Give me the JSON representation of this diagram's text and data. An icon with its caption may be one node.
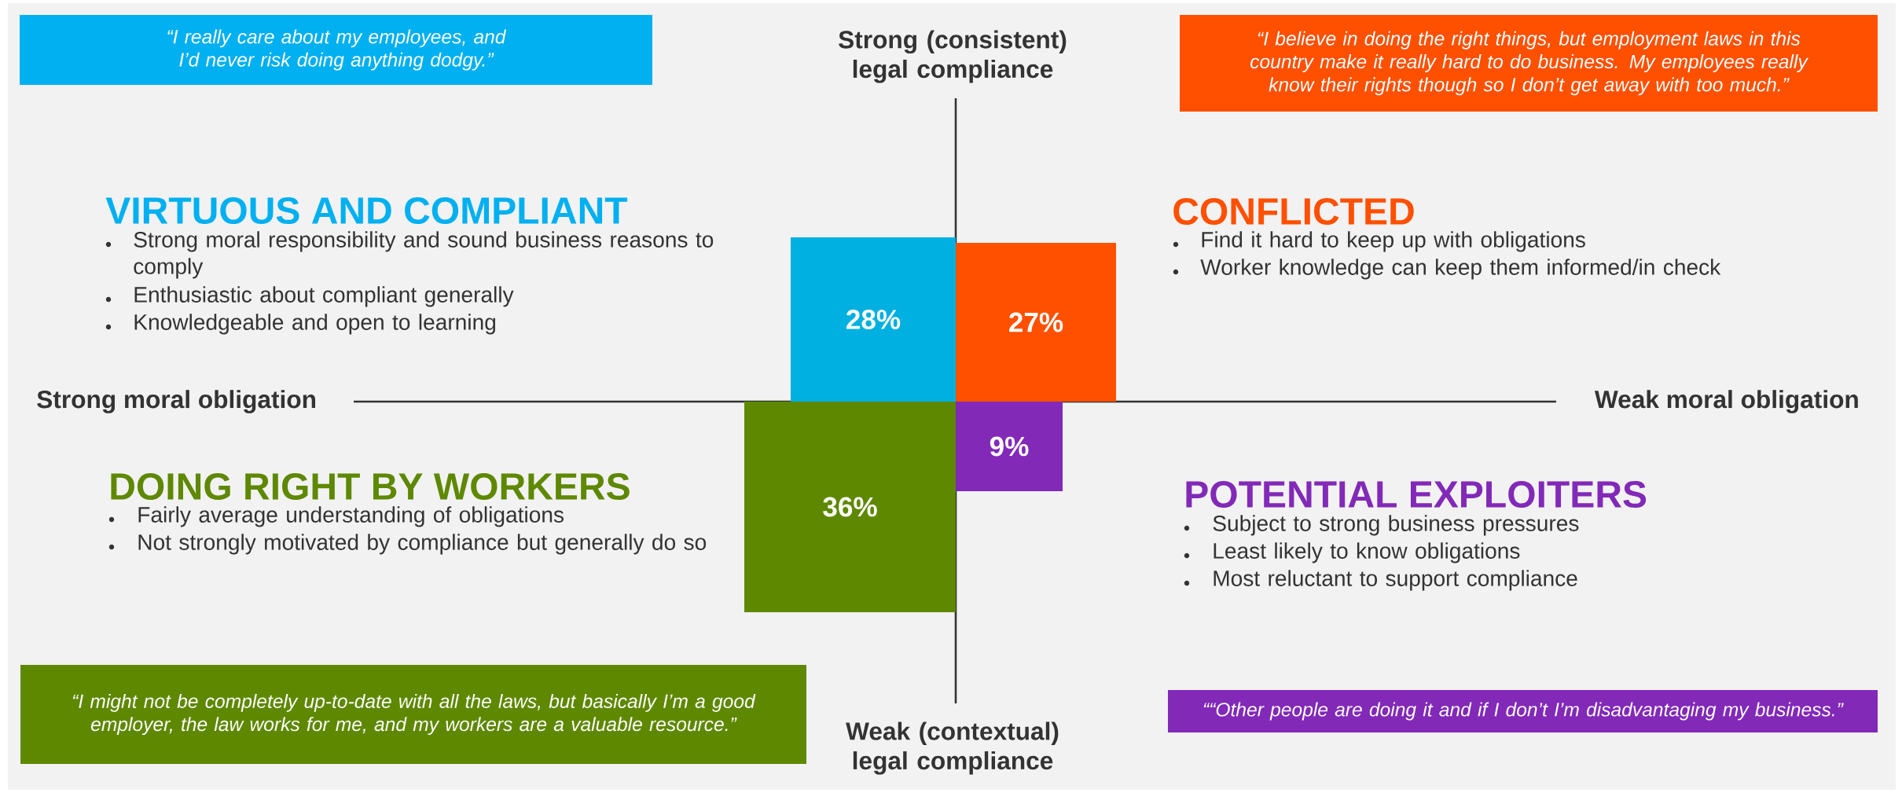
{
  "diagram": {
    "nodes": [
      {
        "text": [
          "“I really care about my employees, and I’d never risk doing anything dodgy.”"
        ]
      },
      {
        "text": [
          "“I believe in doing the right things, but employment laws in this country make it really hard to do business. My employees really know their rights though so I don’t get away with too much.”"
        ]
      },
      {
        "text": [
          "28%"
        ]
      },
      {
        "text": [
          "27%"
        ]
      },
      {
        "text": [
          "36%"
        ]
      },
      {
        "text": [
          "9%"
        ]
      },
      {
        "text": [
          "“I might not be completely up-to-date with all the laws, but basically I’m a good employer, the law works for me, and my workers are a valuable resource.”"
        ]
      },
      {
        "text": [
          "““Other people are doing it and if I don’t I’m disadvantaging my business.”"
        ]
      }
    ],
    "edges": [],
    "labels": [
      "Strong (consistent) legal compliance",
      "VIRTUOUS AND COMPLIANT",
      "Strong moral responsibility and sound business reasons to comply",
      "Enthusiastic about compliant generally",
      "Knowledgeable and open to learning",
      "CONFLICTED",
      "Find it hard to keep up with obligations",
      "Worker knowledge can keep them informed/in check",
      "Strong moral obligation",
      "Weak moral obligation",
      "DOING RIGHT BY WORKERS",
      "Fairly average understanding of obligations",
      "Not strongly motivated by compliance but generally do so",
      "POTENTIAL EXPLOITERS",
      "Subject to strong business pressures",
      "Least likely to know obligations",
      "Most reluctant to support compliance",
      "Weak (contextual) legal compliance"
    ]
  }
}
